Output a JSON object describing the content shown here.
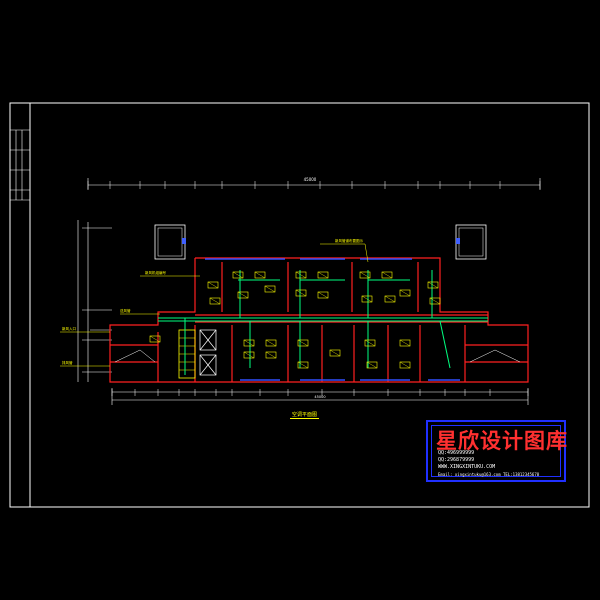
{
  "drawing": {
    "title_label": "空调平面图",
    "overall_dimension_top": "45000",
    "overall_dimension_bottom": "45000",
    "duct_notes": [
      "新风管道布置图示",
      "新风机组编号",
      "送风管",
      "新风入口",
      "排风管"
    ]
  },
  "watermark": {
    "brand": "星欣设计图库",
    "qq_line_1": "QQ:496999999",
    "qq_line_2": "QQ:296879999",
    "website": "WWW.XINGXINTUKU.COM",
    "email_line": "Email: xingxintuku@163.com  TEL:13812345678"
  },
  "colors": {
    "frame": "#ffffff",
    "walls": "#ff2020",
    "ducts": "#00ff80",
    "units": "#ffff00",
    "dimensions": "#ffffff",
    "watermark_border": "#2030ff",
    "watermark_text": "#ff3030"
  }
}
